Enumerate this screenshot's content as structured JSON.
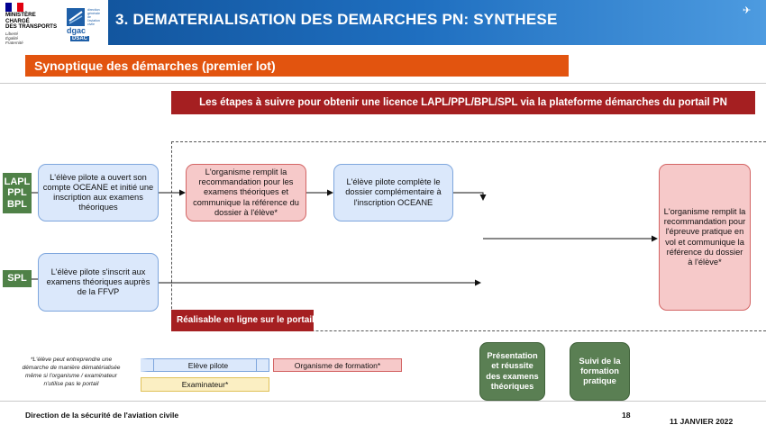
{
  "header": {
    "title": "3. DEMATERIALISATION DES DEMARCHES PN: SYNTHESE",
    "ministry": [
      "MINISTÈRE",
      "CHARGÉ",
      "DES TRANSPORTS"
    ],
    "motto": [
      "Liberté",
      "Égalité",
      "Fraternité"
    ],
    "dgac_logo": "dgac",
    "dgac_sub": "DSAC",
    "colors": {
      "header_blue": "#0e4d93",
      "header_light": "#4d9be0"
    }
  },
  "section_title": "Synoptique des démarches (premier lot)",
  "banner": "Les étapes à suivre pour obtenir une licence LAPL/PPL/BPL/SPL via la plateforme démarches du portail PN",
  "online_label": "Réalisable en ligne sur le portail",
  "categories": {
    "lapl": [
      "LAPL",
      "PPL",
      "BPL"
    ],
    "spl": "SPL"
  },
  "steps": {
    "s1": "L'élève pilote a ouvert son compte OCEANE et initié une inscription aux examens théoriques",
    "s2": "L'organisme remplit la recommandation pour les examens théoriques et communique la référence du dossier à l'élève*",
    "s3": "L'élève pilote complète le dossier complémentaire à l'inscription OCEANE",
    "s4": "L'élève pilote s'inscrit aux examens théoriques auprès de la FFVP",
    "s5": "L'organisme remplit la recommandation pour l'épreuve pratique en vol et communique la référence du dossier à l'élève*",
    "s6": "Présentation et réussite des examens théoriques",
    "s7": "Suivi de la formation pratique"
  },
  "legend": {
    "student": "Elève pilote",
    "organisation": "Organisme de formation*",
    "examiner": "Examinateur*"
  },
  "note": [
    "*L'élève peut entreprendre une",
    "démarche de manière dématérialisée",
    "même si l'organisme / examinateur",
    "n'utilise pas le portail"
  ],
  "footer": {
    "left": "Direction de la sécurité de l'aviation civile",
    "page": "18",
    "date": "11 JANVIER 2022"
  }
}
